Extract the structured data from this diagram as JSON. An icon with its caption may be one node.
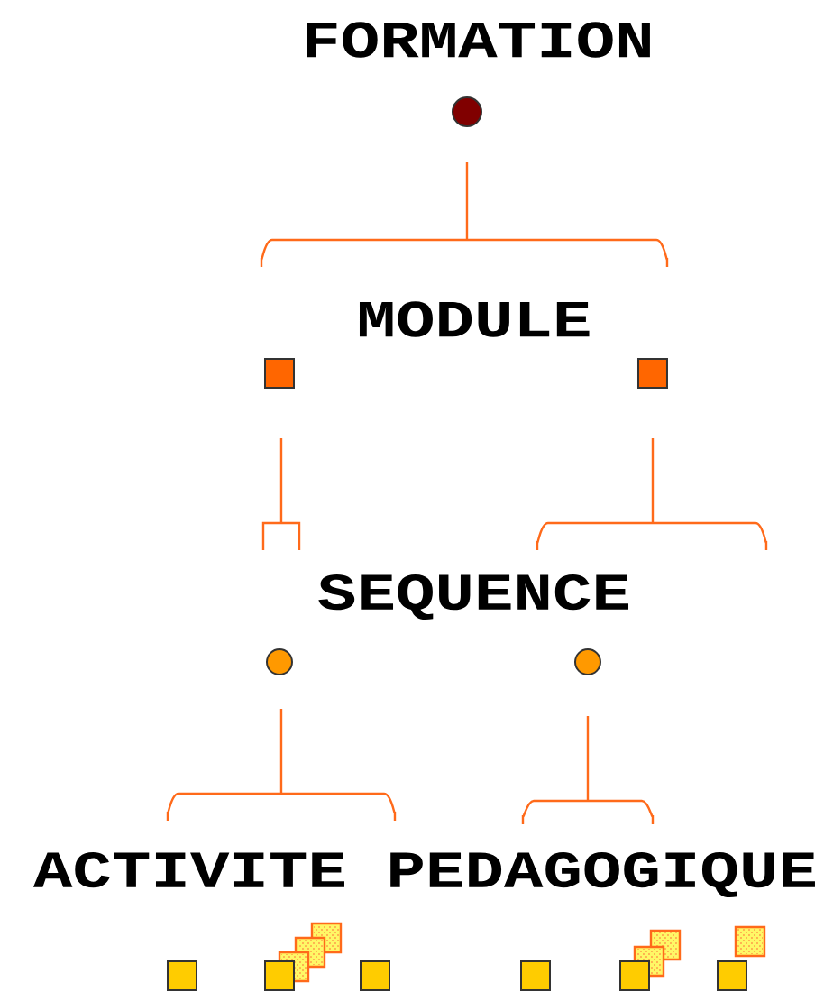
{
  "diagram": {
    "nodes": [
      {
        "text": [],
        "shape": "circle"
      },
      {
        "text": [],
        "shape": "box"
      },
      {
        "text": [],
        "shape": "box"
      },
      {
        "text": [],
        "shape": "circle"
      },
      {
        "text": [],
        "shape": "circle"
      },
      {
        "text": [],
        "shape": "box"
      },
      {
        "text": [],
        "shape": "box"
      },
      {
        "text": [],
        "shape": "box"
      },
      {
        "text": [],
        "shape": "box"
      },
      {
        "text": [],
        "shape": "box"
      },
      {
        "text": [],
        "shape": "box"
      }
    ],
    "labels": [
      "FORMATION",
      "MODULE",
      "SEQUENCE",
      "ACTIVITE PEDAGOGIQUE"
    ]
  }
}
